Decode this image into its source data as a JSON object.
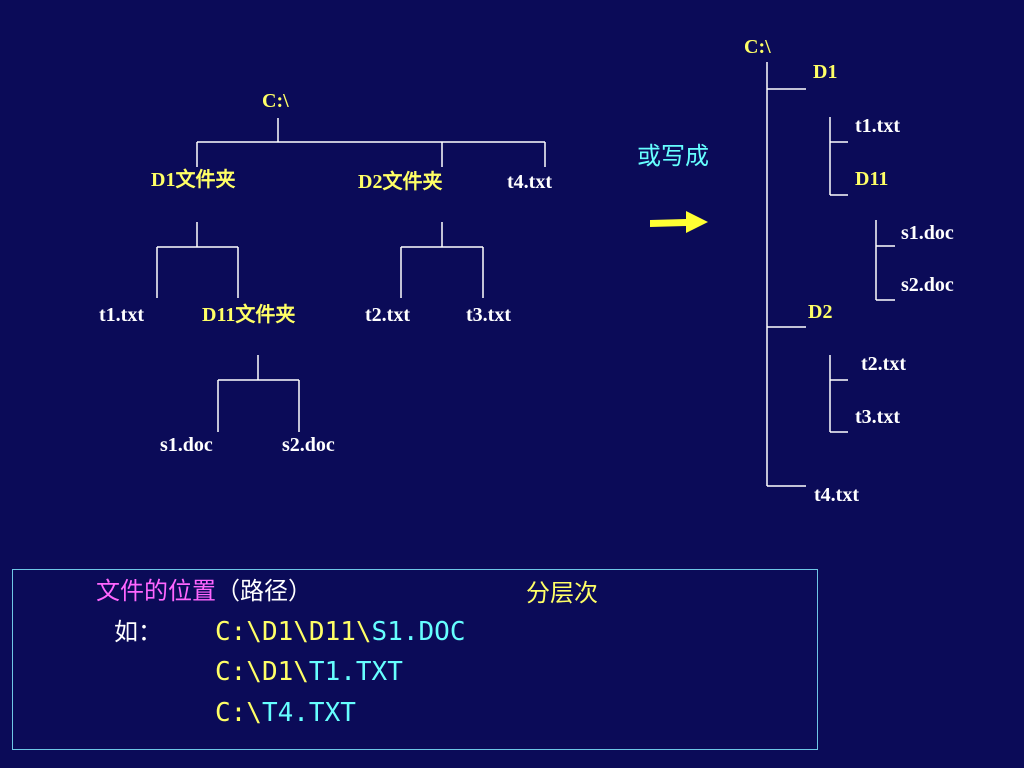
{
  "tree": {
    "root": "C:\\",
    "d1": "D1文件夹",
    "d2": "D2文件夹",
    "t4": "t4.txt",
    "t1": "t1.txt",
    "d11": "D11文件夹",
    "t2": "t2.txt",
    "t3": "t3.txt",
    "s1": "s1.doc",
    "s2": "s2.doc"
  },
  "connector": {
    "label": "或写成",
    "arrow_color": "#ffff33",
    "arrow_icon": "right-arrow-icon"
  },
  "outline": {
    "root": "C:\\",
    "d1": "D1",
    "t1": "t1.txt",
    "d11": "D11",
    "s1": "s1.doc",
    "s2": "s2.doc",
    "d2": "D2",
    "t2": "t2.txt",
    "t3": "t3.txt",
    "t4": "t4.txt"
  },
  "path_box": {
    "title_pink": "文件的位置",
    "title_white": "（路径）",
    "note": "分层次",
    "example_label": "如：",
    "paths": [
      {
        "prefix": "C:\\D1\\D11\\",
        "rest": "S1.DOC"
      },
      {
        "prefix": "C:\\D1\\",
        "rest": "T1.TXT"
      },
      {
        "prefix": "C:\\",
        "rest": "T4.TXT"
      }
    ]
  },
  "colors": {
    "background": "#0b0b58",
    "white": "#ffffff",
    "yellow": "#ffff66",
    "cyan": "#66ffff",
    "pink": "#ff66ff",
    "box_border": "#6fc7e6"
  }
}
